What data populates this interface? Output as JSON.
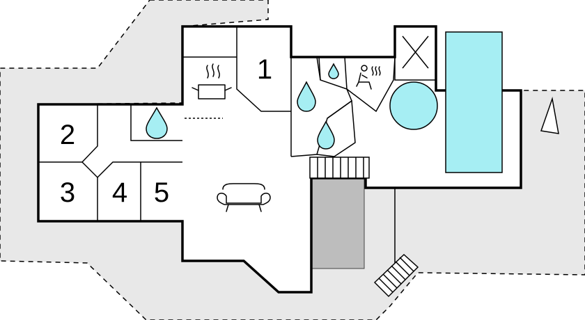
{
  "rooms": [
    {
      "id": "room-1",
      "label": "1"
    },
    {
      "id": "room-2",
      "label": "2"
    },
    {
      "id": "room-3",
      "label": "3"
    },
    {
      "id": "room-4",
      "label": "4"
    },
    {
      "id": "room-5",
      "label": "5"
    }
  ],
  "colors": {
    "plot": "#e8e8e8",
    "water": "#a6eef3",
    "terrace": "#bdbdbd",
    "wall": "#000000",
    "floor": "#ffffff"
  },
  "icons": [
    "kitchen-pot-icon",
    "bathroom-drop-icon",
    "sauna-icon",
    "sofa-icon",
    "pool-icon",
    "whirlpool-icon",
    "stairs-icon",
    "north-arrow-icon"
  ]
}
